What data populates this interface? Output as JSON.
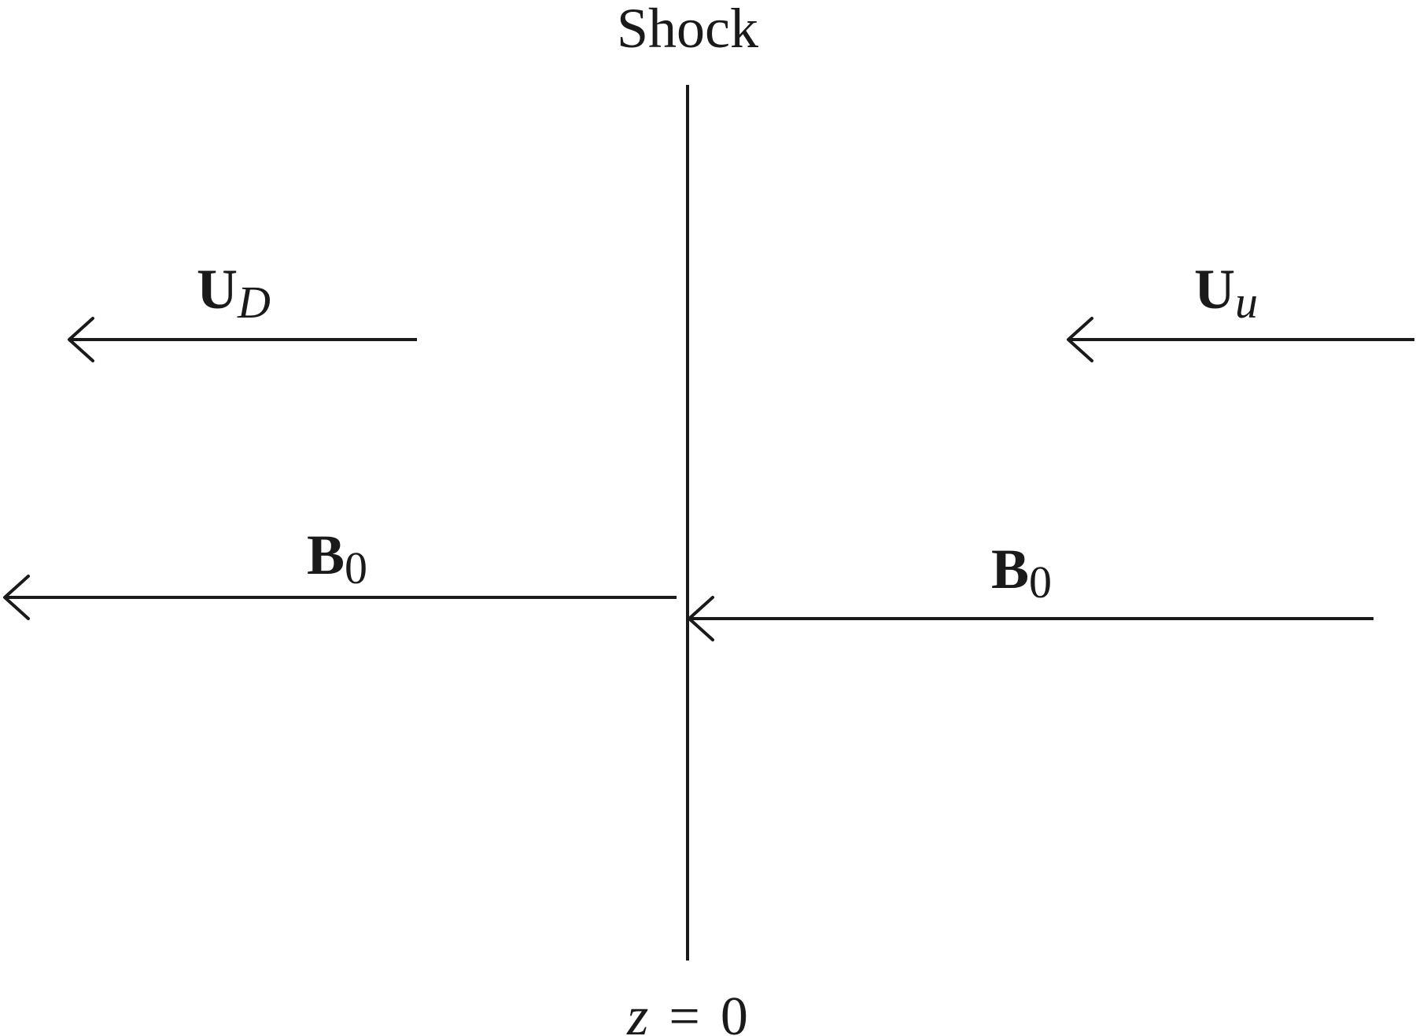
{
  "shock": {
    "title": "Shock",
    "position_label": {
      "variable": "z",
      "equals": "=",
      "value": "0"
    }
  },
  "downstream": {
    "velocity": {
      "symbol": "U",
      "subscript": "D"
    },
    "field": {
      "symbol": "B",
      "subscript": "0"
    }
  },
  "upstream": {
    "velocity": {
      "symbol": "U",
      "subscript": "u"
    },
    "field": {
      "symbol": "B",
      "subscript": "0"
    }
  },
  "colors": {
    "ink": "#1a1a1a",
    "background": "#ffffff"
  }
}
